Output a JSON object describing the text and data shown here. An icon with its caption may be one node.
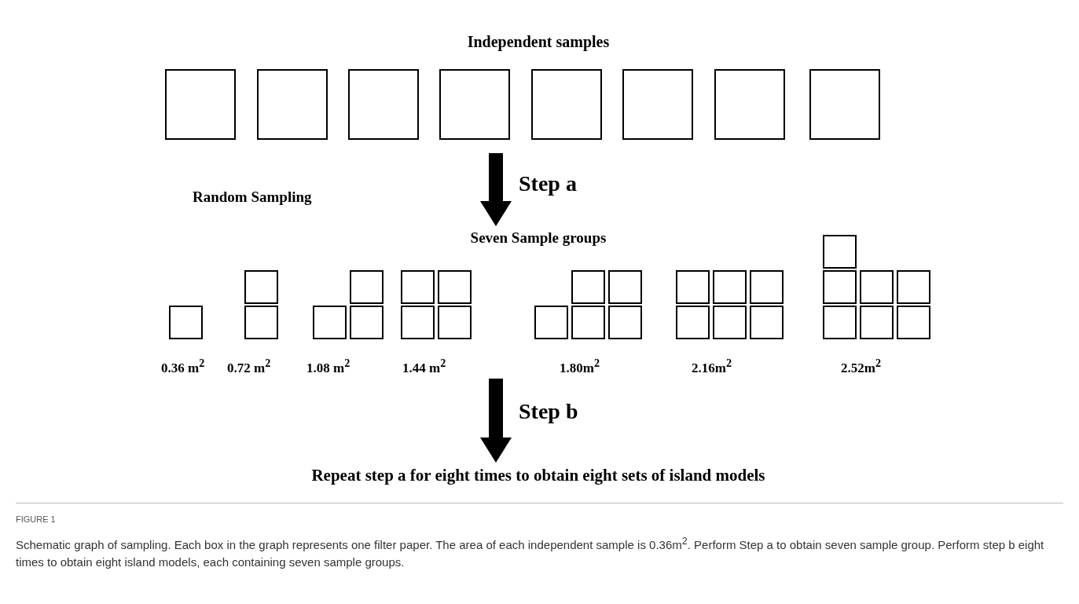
{
  "diagram": {
    "caption": "Schematic graph of sampling. Each box in the graph represents one filter paper. The area of each independent sample is 0.36m$^{2}$. Perform Step a to obtain seven sample group. Perform step b eight times to obtain eight island models, each containing seven sample groups.",
    "nodes": [
      {
        "text": [],
        "shape": "box"
      },
      {
        "text": [],
        "shape": "box"
      },
      {
        "text": [],
        "shape": "box"
      },
      {
        "text": [],
        "shape": "box"
      },
      {
        "text": [],
        "shape": "box"
      },
      {
        "text": [],
        "shape": "box"
      },
      {
        "text": [],
        "shape": "box"
      },
      {
        "text": [],
        "shape": "box"
      },
      {
        "text": [
          "Seven Sample groups"
        ]
      },
      {
        "text": [],
        "shape": "box"
      },
      {
        "text": [],
        "shape": "box"
      },
      {
        "text": [],
        "shape": "box"
      },
      {
        "text": [],
        "shape": "box"
      },
      {
        "text": [],
        "shape": "box"
      },
      {
        "text": [],
        "shape": "box"
      },
      {
        "text": [],
        "shape": "box"
      },
      {
        "text": [],
        "shape": "box"
      },
      {
        "text": [],
        "shape": "box"
      },
      {
        "text": [],
        "shape": "box"
      },
      {
        "text": [],
        "shape": "box"
      },
      {
        "text": [],
        "shape": "box"
      },
      {
        "text": [],
        "shape": "box"
      },
      {
        "text": [],
        "shape": "box"
      },
      {
        "text": [],
        "shape": "box"
      },
      {
        "text": [],
        "shape": "box"
      },
      {
        "text": [],
        "shape": "box"
      },
      {
        "text": [],
        "shape": "box"
      },
      {
        "text": [],
        "shape": "box"
      },
      {
        "text": [],
        "shape": "box"
      },
      {
        "text": [],
        "shape": "box"
      },
      {
        "text": [],
        "shape": "box"
      },
      {
        "text": [],
        "shape": "box"
      },
      {
        "text": [],
        "shape": "box"
      },
      {
        "text": [],
        "shape": "box"
      },
      {
        "text": [],
        "shape": "box"
      },
      {
        "text": [],
        "shape": "box"
      },
      {
        "text": [],
        "shape": "box"
      },
      {
        "text": [
          "Repeat step a for eight times to obtain eight sets of island models"
        ]
      }
    ],
    "edges": [
      {
        "from": null,
        "to": 8,
        "arrow": "to",
        "label": "Step a"
      },
      {
        "from": null,
        "to": 37,
        "arrow": "to",
        "label": "Step b"
      }
    ],
    "labels": [
      "Independent samples",
      "Random Sampling",
      "0.36 m$^{2}$",
      "0.72 m$^{2}$",
      "1.08 m$^{2}$",
      "1.44 m$^{2}$",
      "1.80m$^{2}$",
      "2.16m$^{2}$",
      "2.52m$^{2}$",
      "FIGURE 1"
    ]
  }
}
